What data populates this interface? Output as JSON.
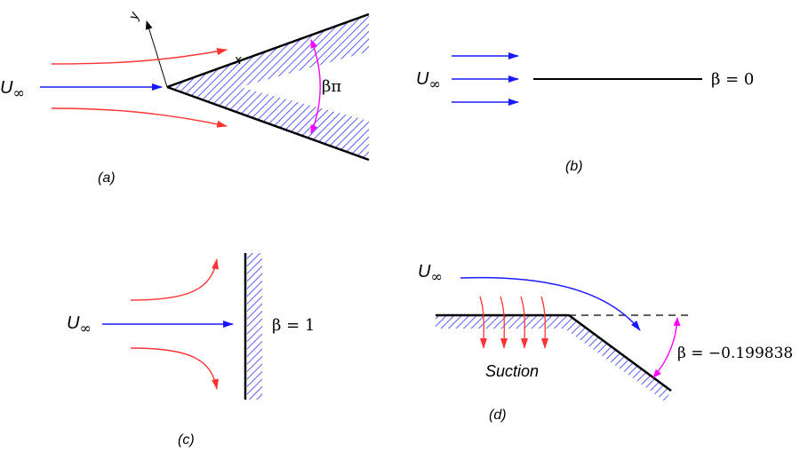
{
  "panels": {
    "a": {
      "caption": "(a)",
      "u_label": "U",
      "u_sub": "∞",
      "beta_label": "βπ",
      "x_axis_label": "x",
      "y_axis_label": "y"
    },
    "b": {
      "caption": "(b)",
      "u_label": "U",
      "u_sub": "∞",
      "beta_label": "β = 0"
    },
    "c": {
      "caption": "(c)",
      "u_label": "U",
      "u_sub": "∞",
      "beta_label": "β = 1"
    },
    "d": {
      "caption": "(d)",
      "u_label": "U",
      "u_sub": "∞",
      "beta_label": "β = −0.199838",
      "suction_label": "Suction"
    }
  },
  "colors": {
    "flow_blue": "#1a1aff",
    "stream_red": "#ff3333",
    "angle_magenta": "#ff00ff",
    "hatch_blue": "#3333ff",
    "wall_black": "#000000"
  },
  "icons": {
    "hatch": "diagonal-hatch-pattern",
    "arrowhead": "filled-triangle-arrowhead"
  }
}
